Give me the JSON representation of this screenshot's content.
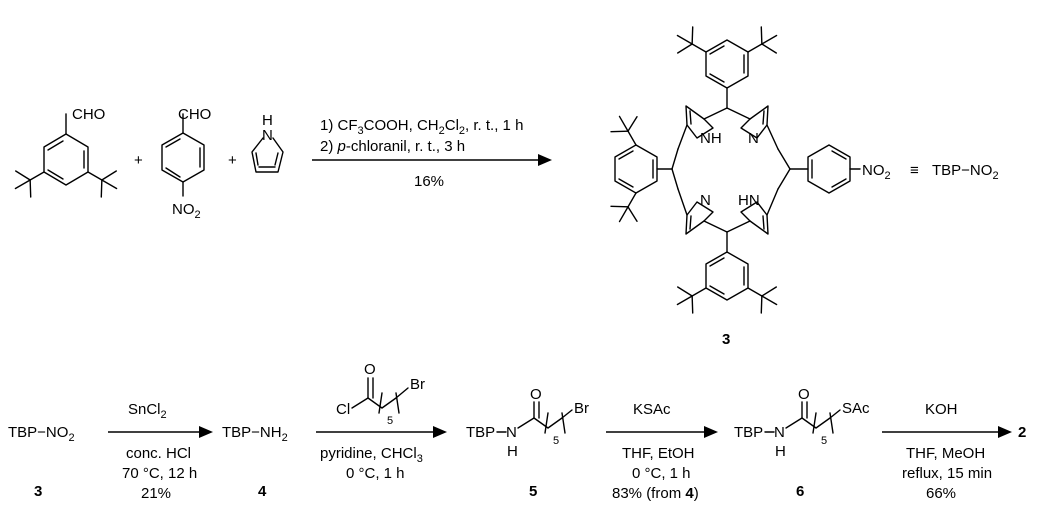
{
  "step1": {
    "aldehyde1_cho": "CHO",
    "aldehyde2_cho": "CHO",
    "aldehyde2_no2": "NO",
    "aldehyde2_no2_sub": "2",
    "pyrrole_nh": "N",
    "pyrrole_h": "H",
    "plus": "+",
    "cond_line1_a": "1) CF",
    "cond_line1_sub1": "3",
    "cond_line1_b": "COOH, CH",
    "cond_line1_sub2": "2",
    "cond_line1_c": "Cl",
    "cond_line1_sub3": "2",
    "cond_line1_d": ", r. t., 1 h",
    "cond_line2_a": "2) ",
    "cond_line2_italic": "p",
    "cond_line2_b": "-chloranil, r. t., 3 h",
    "yield": "16%"
  },
  "porphyrin": {
    "nh_top": "NH",
    "n_top": "N",
    "n_bottom": "N",
    "hn_bottom": "HN",
    "no2": "NO",
    "no2_sub": "2",
    "equiv": "≡",
    "abbrev": "TBP−NO",
    "abbrev_sub": "2",
    "label": "3"
  },
  "step2": {
    "start": "TBP−NO",
    "start_sub": "2",
    "start_label": "3",
    "reagent_a": "SnCl",
    "reagent_sub": "2",
    "cond1": "conc. HCl",
    "cond2": "70 °C, 12 h",
    "cond3": "21%",
    "product": "TBP−NH",
    "product_sub": "2",
    "product_label": "4"
  },
  "step3": {
    "reagent_o": "O",
    "reagent_cl": "Cl",
    "reagent_br": "Br",
    "reagent_n": "5",
    "cond1_a": "pyridine, CHCl",
    "cond1_sub": "3",
    "cond2": "0 °C, 1 h",
    "product_tbp": "TBP",
    "product_n": "N",
    "product_h": "H",
    "product_o": "O",
    "product_br": "Br",
    "product_sub": "5",
    "product_label": "5"
  },
  "step4": {
    "reagent": "KSAc",
    "cond1": "THF, EtOH",
    "cond2": "0 °C, 1 h",
    "cond3_a": "83% (from ",
    "cond3_b": "4",
    "cond3_c": ")",
    "product_tbp": "TBP",
    "product_n": "N",
    "product_h": "H",
    "product_o": "O",
    "product_sac": "SAc",
    "product_sub": "5",
    "product_label": "6"
  },
  "step5": {
    "reagent": "KOH",
    "cond1": "THF, MeOH",
    "cond2": "reflux, 15 min",
    "cond3": "66%",
    "product_label": "2"
  }
}
